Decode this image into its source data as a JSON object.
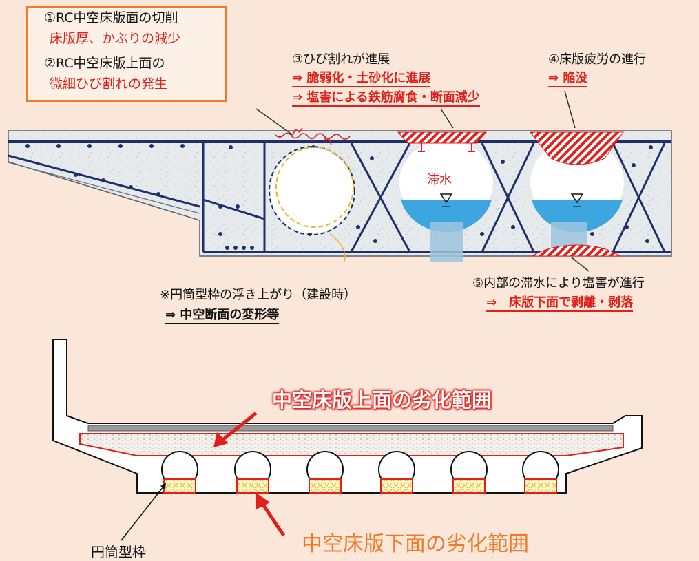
{
  "annotations": {
    "a1_line1": "①RC中空床版面の切削",
    "a1_line2": "床版厚、かぶりの減少",
    "a2_line1": "②RC中空床版上面の",
    "a2_line2": "微細ひび割れの発生",
    "a3_line1": "③ひび割れが進展",
    "a3_line2": "⇒ 脆弱化・土砂化に進展",
    "a3_line3": "⇒ 塩害による鉄筋腐食・断面減少",
    "a4_line1": "④床版疲労の進行",
    "a4_line2": "⇒ 陥没",
    "a5_line1": "⑤内部の滞水により塩害が進行",
    "a5_line2": "⇒　床版下面で剥離・剥落",
    "note_line1": "※円筒型枠の浮き上がり（建設時）",
    "note_line2": "⇒ 中空断面の変形等",
    "water_label": "滞水"
  },
  "lower": {
    "top_range_label": "中空床版上面の劣化範囲",
    "bottom_range_label": "中空床版下面の劣化範囲",
    "form_label": "円筒型枠"
  },
  "colors": {
    "background": "#fbe7d9",
    "accent_red": "#e0201b",
    "accent_orange": "#f07a2a",
    "deck_navy": "#1f2f6b",
    "water_blue": "#3da6e0",
    "concrete": "#e9ecee"
  }
}
